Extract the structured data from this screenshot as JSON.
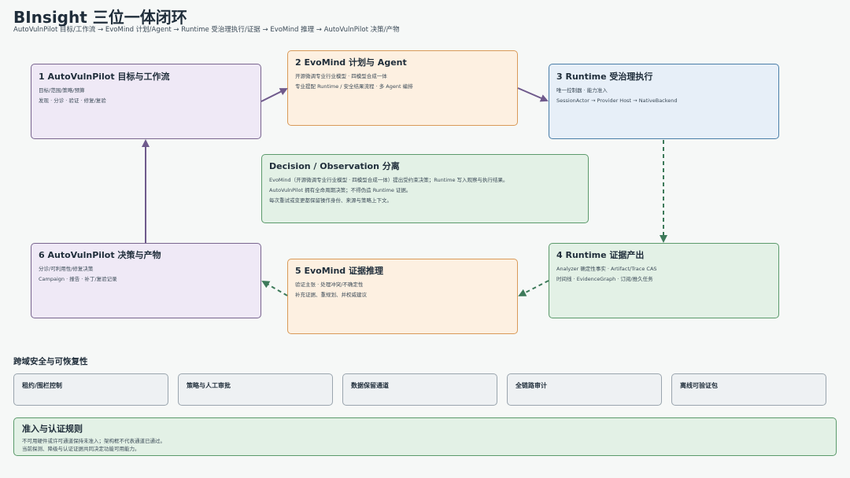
{
  "header": {
    "title": "BInsight 三位一体闭环",
    "subtitle": "AutoVulnPilot 目标/工作流 → EvoMind 计划/Agent → Runtime 受治理执行/证据 → EvoMind 推理 → AutoVulnPilot 决策/产物"
  },
  "nodes": {
    "n1": {
      "title": "1 AutoVulnPilot 目标与工作流",
      "lines": [
        "目标/范围/策略/预算",
        "发现 · 分诊 · 验证 · 修复/复验"
      ]
    },
    "n2": {
      "title": "2 EvoMind 计划与 Agent",
      "lines": [
        "开源微调专业行业模型 · 四模型合成一体",
        "专业提配 Runtime / 安全结果流程 · 多 Agent 编排"
      ]
    },
    "n3": {
      "title": "3 Runtime 受治理执行",
      "lines": [
        "唯一控制器 · 能力准入",
        "SessionActor → Provider Host → NativeBackend"
      ]
    },
    "center": {
      "title": "Decision / Observation 分离",
      "lines": [
        "EvoMind（开源微调专业行业模型 · 四模型合成一体）提出受约束决策；Runtime 写入观察与执行结果。",
        "AutoVulnPilot 拥有全命周期决策；不得伪造 Runtime 证据。",
        "每次重试或变更都保留操作身份、来源与策略上下文。"
      ]
    },
    "n4": {
      "title": "4 Runtime 证据产出",
      "lines": [
        "Analyzer 确定性事实 · Artifact/Trace CAS",
        "时间线 · EvidenceGraph · 订阅/推久任务"
      ]
    },
    "n5": {
      "title": "5 EvoMind 证据推理",
      "lines": [
        "验证主张 · 处理冲突/不确定性",
        "补充证据、重规划、并权威建议"
      ]
    },
    "n6": {
      "title": "6 AutoVulnPilot 决策与产物",
      "lines": [
        "分诊/可利用性/修复决策",
        "Campaign · 报告 · 补丁/复验记录"
      ]
    }
  },
  "security": {
    "title": "跨域安全与可恢复性",
    "items": [
      "租约/围栏控制",
      "策略与人工审批",
      "数据保留通道",
      "全链路审计",
      "离线可验证包"
    ]
  },
  "rules": {
    "title": "准入与认证规则",
    "lines": [
      "不可用硬件或许可通道保持未准入；架构框不代表通道已通过。",
      "当前探测、降级与认证证据共同决定功能可用能力。"
    ]
  },
  "colors": {
    "arrow_solid": "#6f5a8c",
    "arrow_dashed": "#3d7a5a"
  }
}
